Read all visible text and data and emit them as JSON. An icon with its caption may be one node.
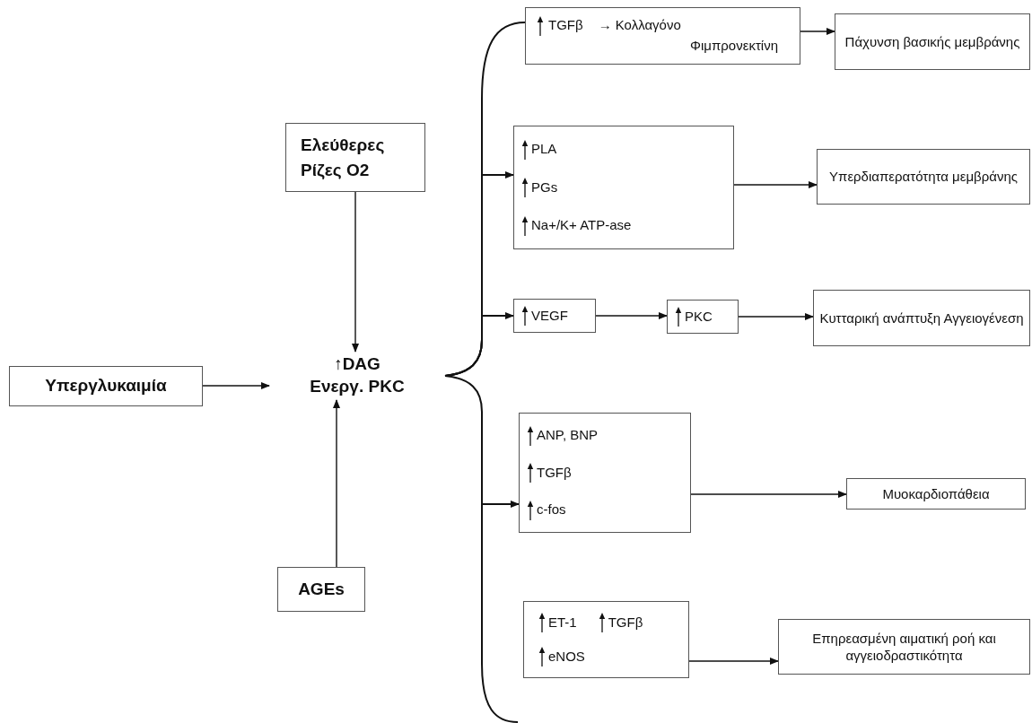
{
  "diagram": {
    "nodes": [
      {
        "text": [
          "Ελεύθερες Ρίζες O2"
        ]
      },
      {
        "text": [
          "Υπεργλυκαιμία"
        ]
      },
      {
        "text": [
          "↑DAG",
          "Ενεργ. PKC"
        ]
      },
      {
        "text": [
          "AGEs"
        ]
      },
      {
        "text": [
          "TGFβ",
          "→ Κολλαγόνο",
          "Φιμπρονεκτίνη"
        ]
      },
      {
        "text": [
          "Πάχυνση βασικής μεμβράνης"
        ]
      },
      {
        "text": [
          "PLA",
          "PGs",
          "Na+/K+ ATP-ase"
        ]
      },
      {
        "text": [
          "Υπερδιαπερατότητα μεμβράνης"
        ]
      },
      {
        "text": [
          "VEGF"
        ]
      },
      {
        "text": [
          "PKC"
        ]
      },
      {
        "text": [
          "Κυτταρική ανάπτυξη Αγγειογένεση"
        ]
      },
      {
        "text": [
          "ANP, BNP",
          "TGFβ",
          "c-fos"
        ]
      },
      {
        "text": [
          "Μυοκαρδιοπάθεια"
        ]
      },
      {
        "text": [
          "ET-1",
          "TGFβ",
          "eNOS"
        ]
      },
      {
        "text": [
          "Επηρεασμένη αιματική ροή και αγγειοδραστικότητα"
        ]
      }
    ],
    "edges": [
      {
        "from": 0,
        "to": 2,
        "arrow": "to"
      },
      {
        "from": 1,
        "to": 2,
        "arrow": "to"
      },
      {
        "from": 3,
        "to": 2,
        "arrow": "to"
      },
      {
        "from": 2,
        "to": 4,
        "arrow": "none"
      },
      {
        "from": 2,
        "to": 6,
        "arrow": "to"
      },
      {
        "from": 2,
        "to": 8,
        "arrow": "to"
      },
      {
        "from": 2,
        "to": 11,
        "arrow": "to"
      },
      {
        "from": 4,
        "to": 5,
        "arrow": "to"
      },
      {
        "from": 6,
        "to": 7,
        "arrow": "to"
      },
      {
        "from": 8,
        "to": 9,
        "arrow": "to"
      },
      {
        "from": 9,
        "to": 10,
        "arrow": "to"
      },
      {
        "from": 11,
        "to": 12,
        "arrow": "to"
      },
      {
        "from": 13,
        "to": 14,
        "arrow": "to"
      }
    ]
  }
}
